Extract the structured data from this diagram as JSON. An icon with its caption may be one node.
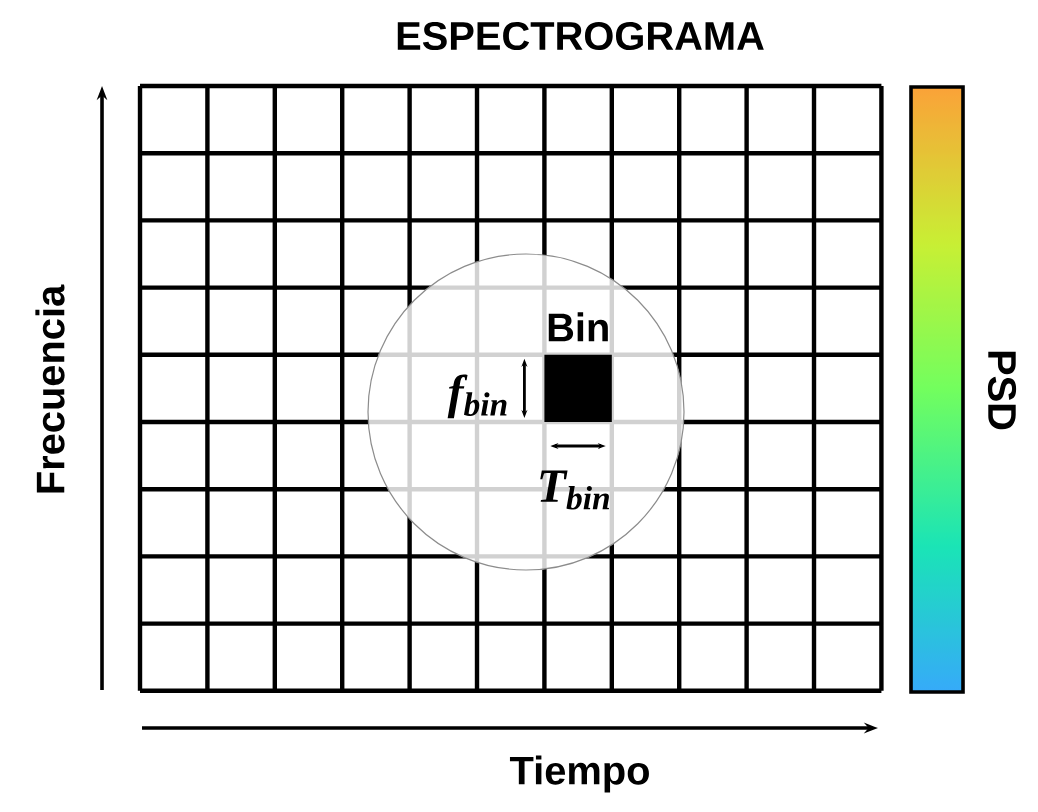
{
  "diagram": {
    "title": "ESPECTROGRAMA",
    "labels": [
      "Bin",
      "f$_{bin}$",
      "T$_{bin}$",
      "Frecuencia",
      "Tiempo",
      "PSD"
    ]
  }
}
